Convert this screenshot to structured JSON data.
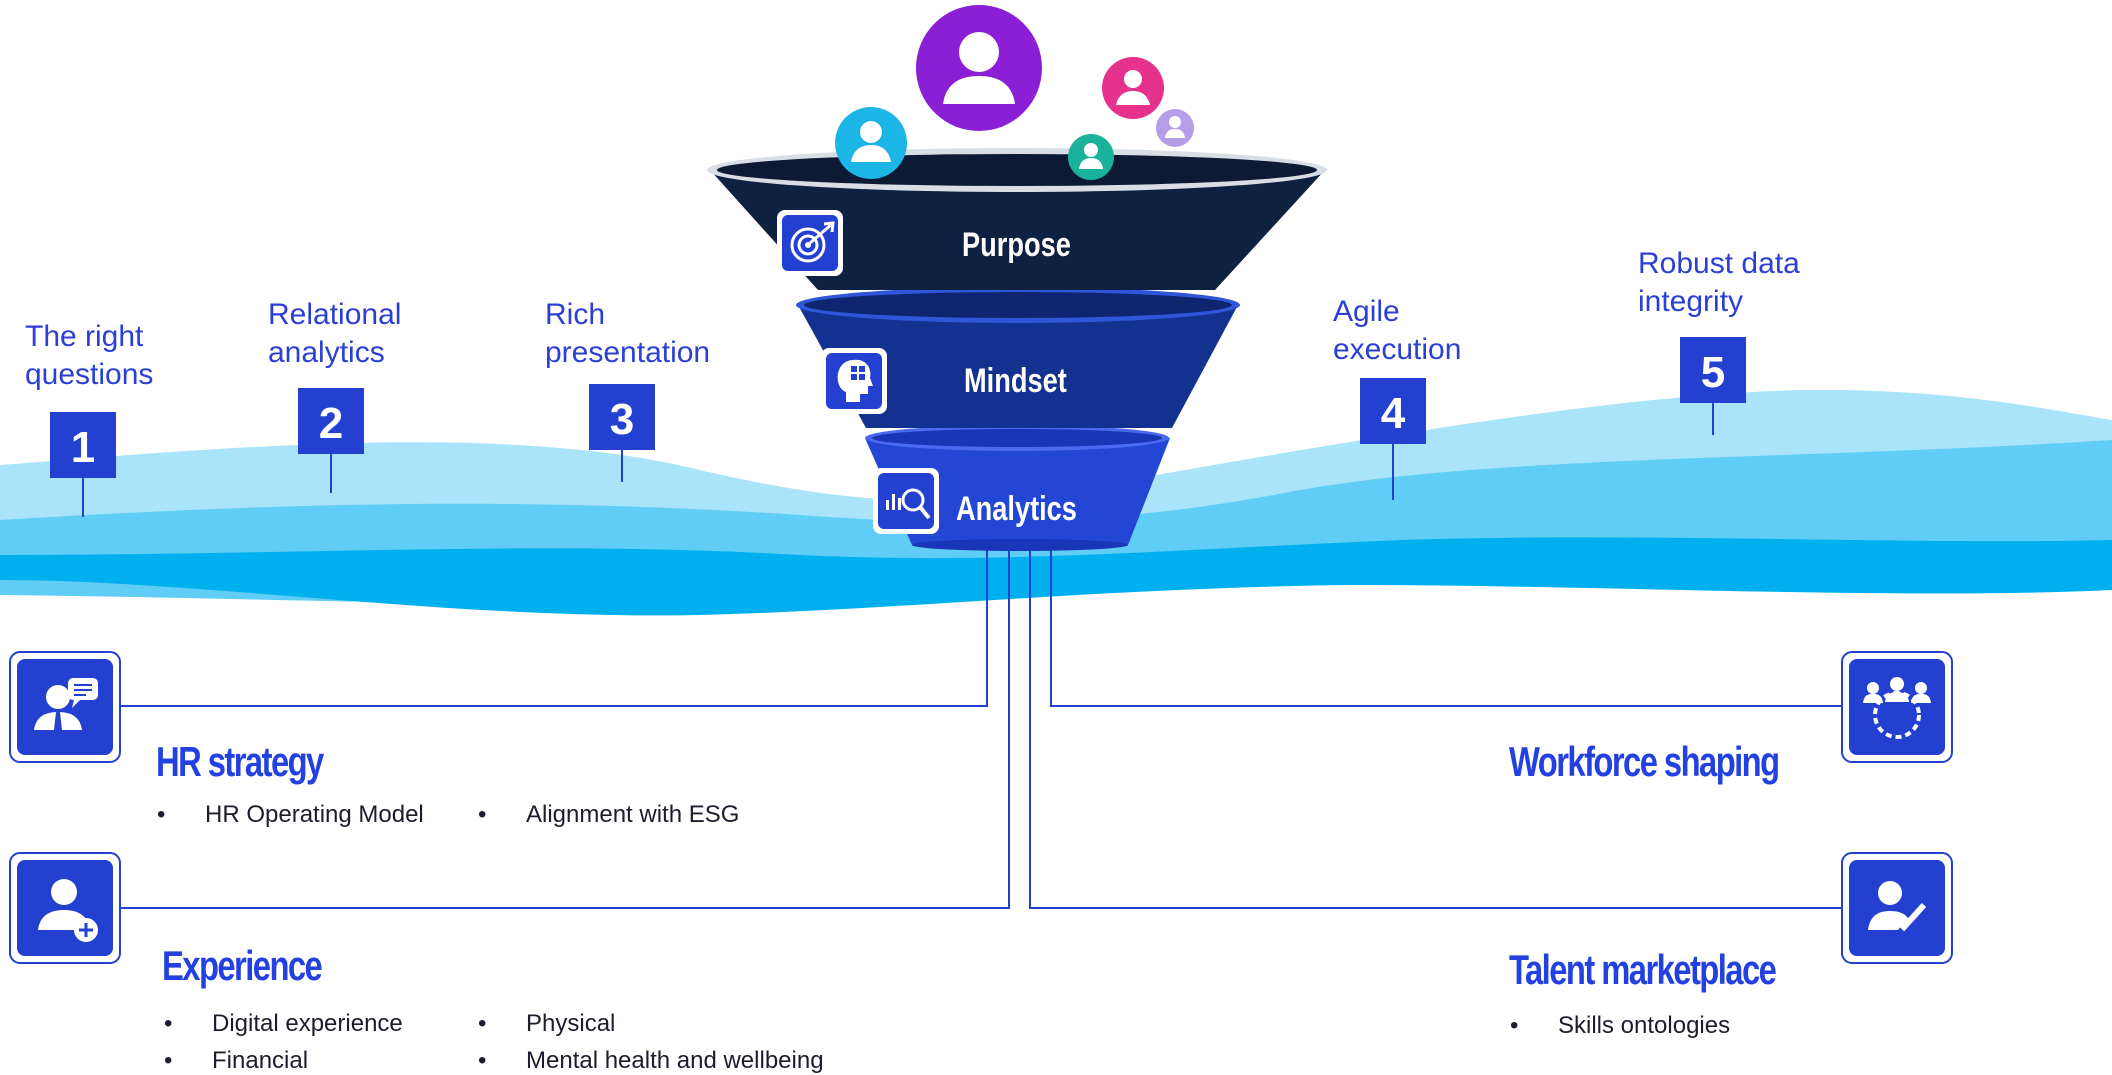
{
  "funnel": {
    "stages": [
      {
        "label": "Purpose",
        "icon": "target-icon"
      },
      {
        "label": "Mindset",
        "icon": "head-grid-icon"
      },
      {
        "label": "Analytics",
        "icon": "magnify-chart-icon"
      }
    ]
  },
  "milestones": [
    {
      "number": "1",
      "label": "The right\nquestions"
    },
    {
      "number": "2",
      "label": "Relational\nanalytics"
    },
    {
      "number": "3",
      "label": "Rich\npresentation"
    },
    {
      "number": "4",
      "label": "Agile\nexecution"
    },
    {
      "number": "5",
      "label": "Robust data\nintegrity"
    }
  ],
  "pillars": {
    "hr_strategy": {
      "title": "HR strategy",
      "icon": "person-chat-icon",
      "bullets": [
        "HR Operating Model",
        "Alignment with ESG"
      ]
    },
    "experience": {
      "title": "Experience",
      "icon": "person-add-icon",
      "bullets": [
        "Digital experience",
        "Physical",
        "Financial",
        "Mental health and wellbeing"
      ]
    },
    "workforce_shaping": {
      "title": "Workforce shaping",
      "icon": "team-gear-icon",
      "bullets": []
    },
    "talent_marketplace": {
      "title": "Talent marketplace",
      "icon": "person-check-icon",
      "bullets": [
        "Skills ontologies"
      ]
    }
  },
  "bullet_symbol": "•",
  "colors": {
    "accent_blue": "#2340e0",
    "milestone_box": "#2340d0",
    "wave_light": "#a9e4fb",
    "wave_mid": "#5fcdf5",
    "wave_deep": "#00b0ee",
    "funnel_top": "#0f2140",
    "funnel_mid": "#13318f",
    "funnel_bottom": "#2346d4",
    "avatar_purple": "#8a1fd6",
    "avatar_pink": "#e6328c",
    "avatar_cyan": "#1cb6e6",
    "avatar_teal": "#1ab29a",
    "avatar_lavender": "#b59ee8"
  },
  "avatars": [
    "person-avatar-purple",
    "person-avatar-pink",
    "person-avatar-cyan",
    "person-avatar-teal",
    "person-avatar-lavender"
  ]
}
